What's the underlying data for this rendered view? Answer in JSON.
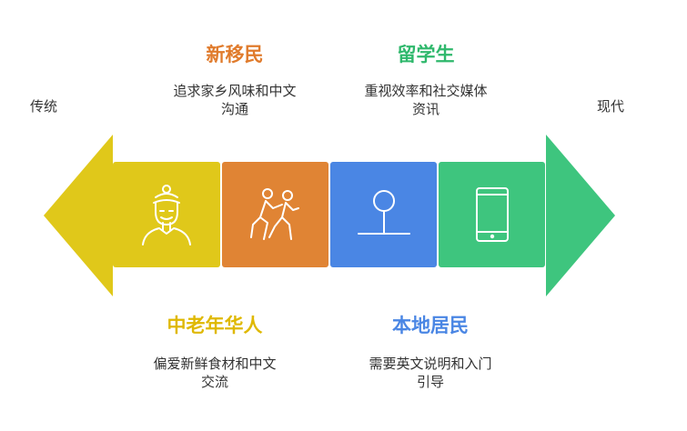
{
  "ends": {
    "left_label": "传统",
    "right_label": "现代"
  },
  "segments": [
    {
      "title": "中老年华人",
      "desc_line1": "偏爱新鲜食材和中文",
      "desc_line2": "交流",
      "color": "#e0c81a",
      "icon": "elder-person-icon",
      "title_color": "#dfb800"
    },
    {
      "title": "新移民",
      "desc_line1": "追求家乡风味和中文",
      "desc_line2": "沟通",
      "color": "#e08434",
      "icon": "walking-people-icon",
      "title_color": "#e07b2c"
    },
    {
      "title": "本地居民",
      "desc_line1": "需要英文说明和入门",
      "desc_line2": "引导",
      "color": "#4a86e4",
      "icon": "location-pin-icon",
      "title_color": "#4a86e4"
    },
    {
      "title": "留学生",
      "desc_line1": "重视效率和社交媒体",
      "desc_line2": "资讯",
      "color": "#3ec57e",
      "icon": "smartphone-icon",
      "title_color": "#2fb86c"
    }
  ]
}
